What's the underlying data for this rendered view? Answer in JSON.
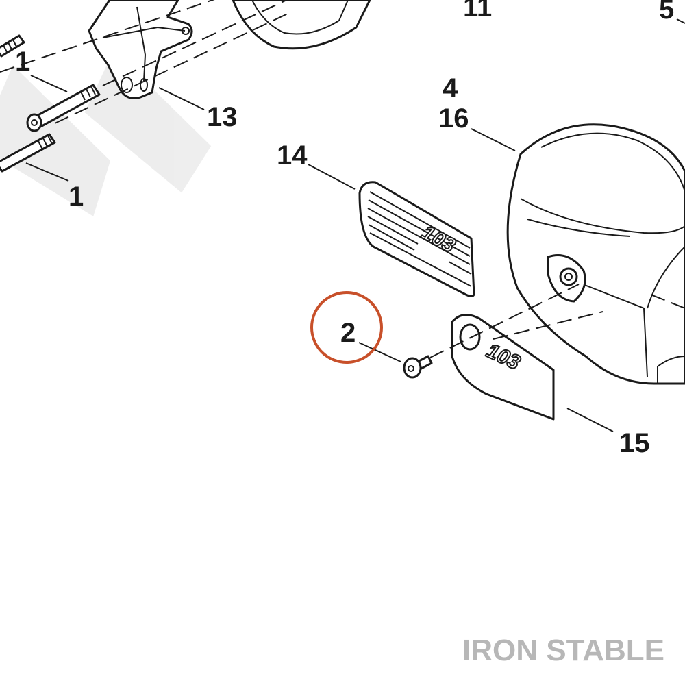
{
  "diagram": {
    "callouts": [
      {
        "id": "1a",
        "label": "1"
      },
      {
        "id": "1b",
        "label": "1"
      },
      {
        "id": "2",
        "label": "2"
      },
      {
        "id": "4",
        "label": "4"
      },
      {
        "id": "5",
        "label": "5"
      },
      {
        "id": "11",
        "label": "11"
      },
      {
        "id": "13",
        "label": "13"
      },
      {
        "id": "14",
        "label": "14"
      },
      {
        "id": "15",
        "label": "15"
      },
      {
        "id": "16",
        "label": "16"
      }
    ],
    "badge_text": "103",
    "highlight_color": "#c8502a",
    "line_color": "#1a1a1a"
  },
  "watermark": "IRON STABLE"
}
